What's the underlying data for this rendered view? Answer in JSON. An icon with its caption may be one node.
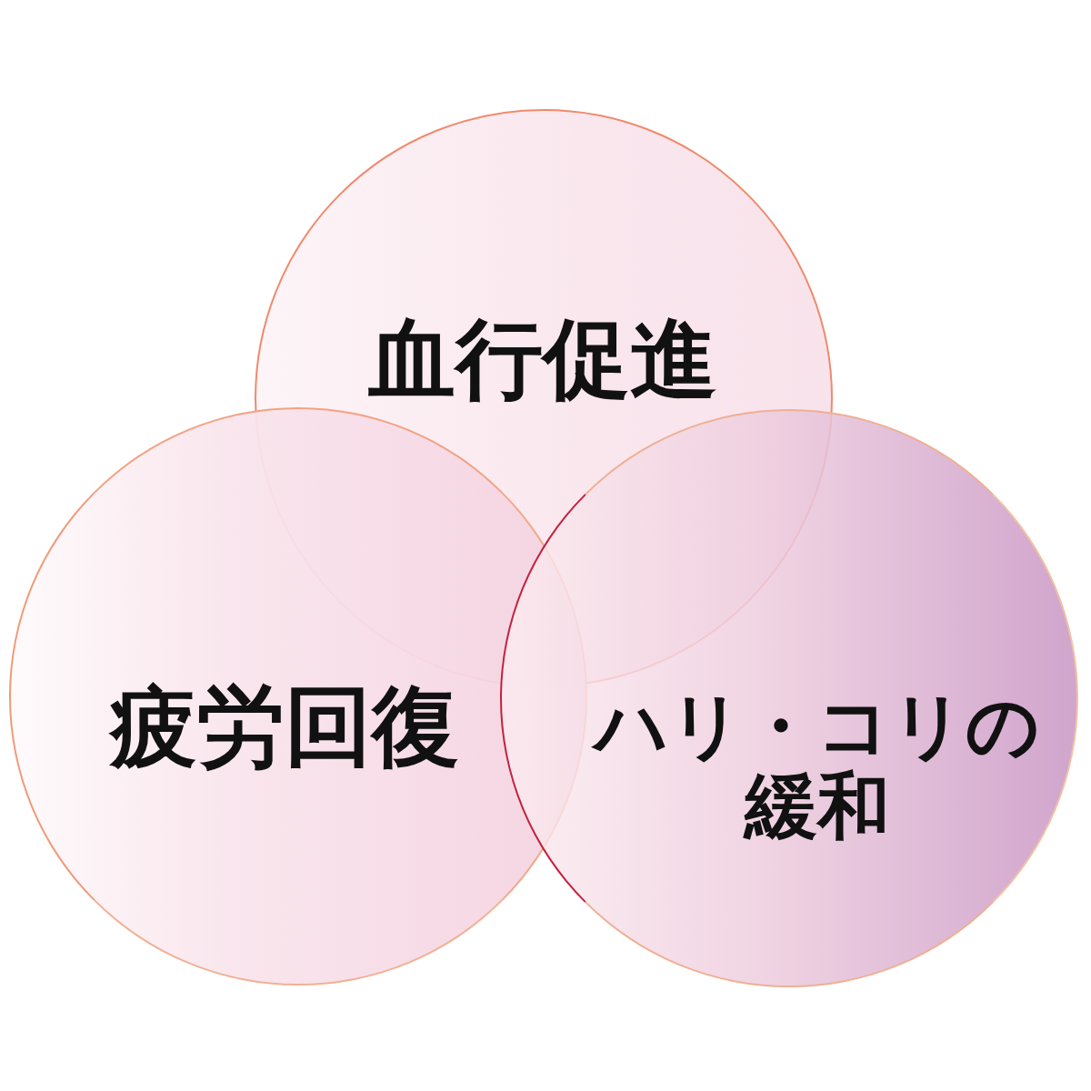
{
  "diagram": {
    "nodes": [
      {
        "text": [
          "血行促進"
        ]
      },
      {
        "text": [
          "疲労回復"
        ]
      },
      {
        "text": [
          "ハリ・コリの緩和"
        ]
      }
    ]
  }
}
